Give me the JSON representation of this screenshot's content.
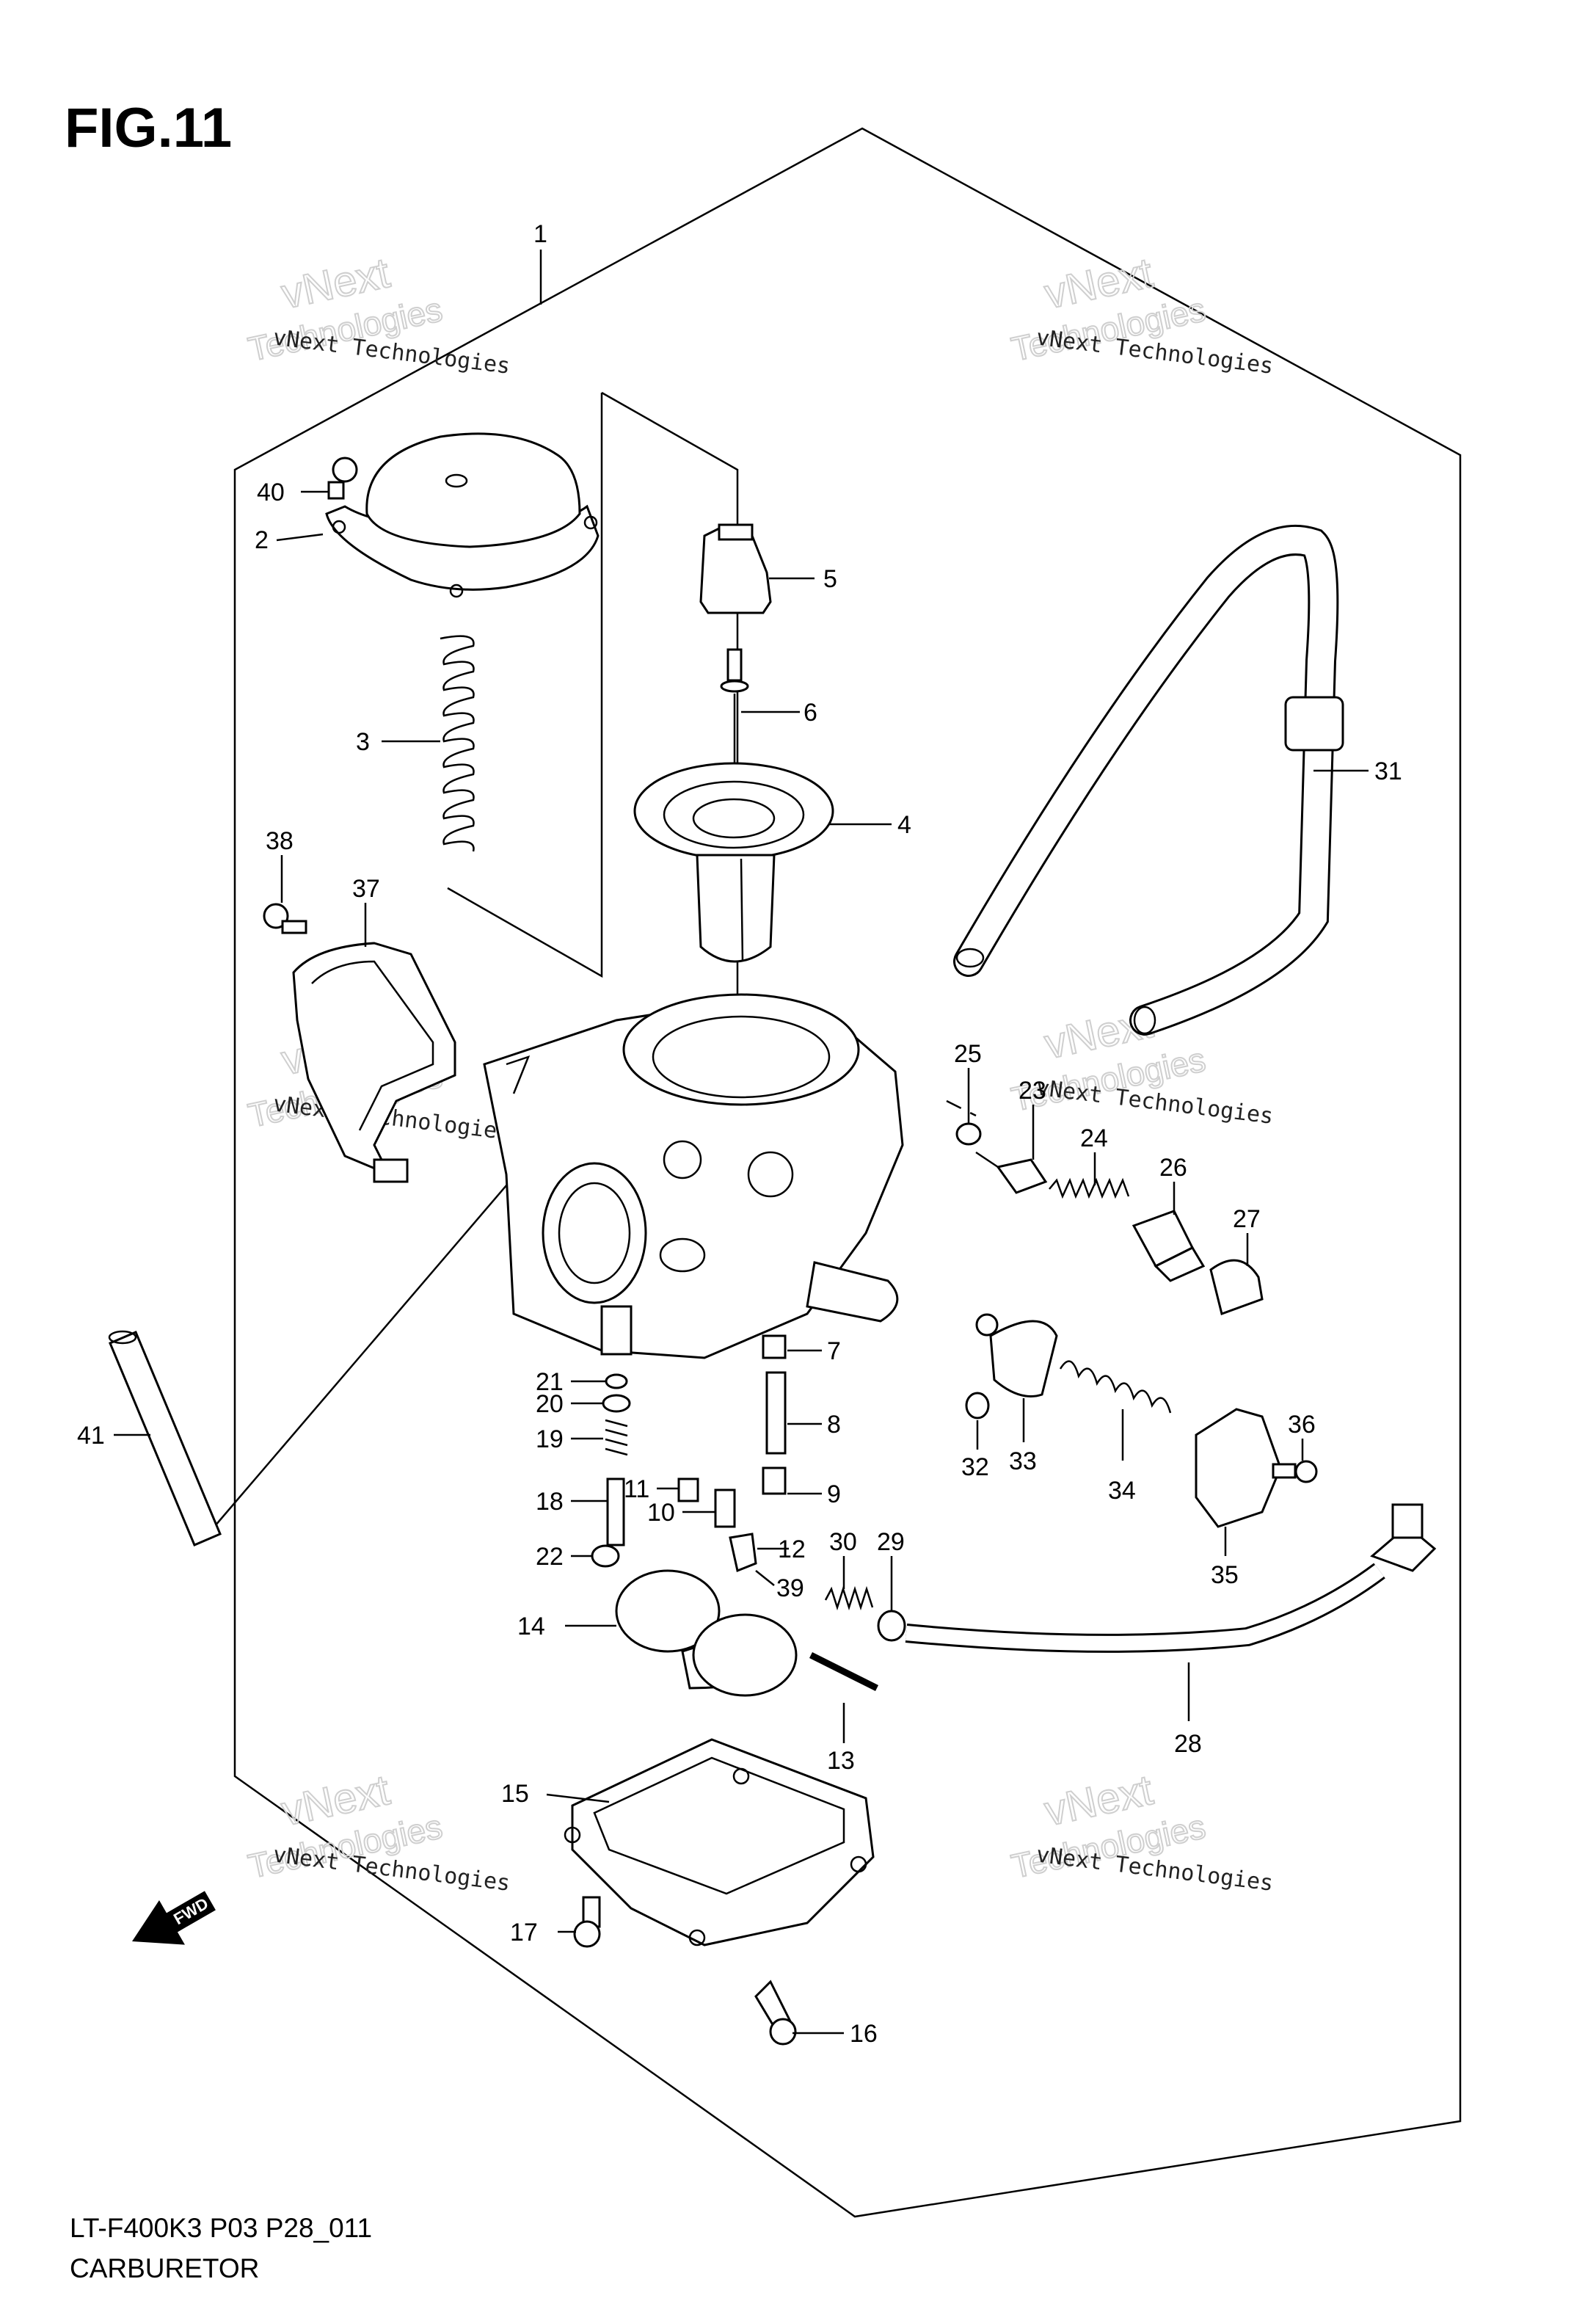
{
  "figure": {
    "title": "FIG.11",
    "model_code": "LT-F400K3 P03 P28_011",
    "caption": "CARBURETOR"
  },
  "direction_badge": "FWD",
  "watermark": {
    "line1": "vNext Technologies",
    "line2": "vNext",
    "line3": "Technologies"
  },
  "callouts": [
    "1",
    "2",
    "3",
    "4",
    "5",
    "6",
    "7",
    "8",
    "9",
    "10",
    "11",
    "12",
    "13",
    "14",
    "15",
    "16",
    "17",
    "18",
    "19",
    "20",
    "21",
    "22",
    "23",
    "24",
    "25",
    "26",
    "27",
    "28",
    "29",
    "30",
    "31",
    "32",
    "33",
    "34",
    "35",
    "36",
    "37",
    "38",
    "39",
    "40",
    "41"
  ]
}
